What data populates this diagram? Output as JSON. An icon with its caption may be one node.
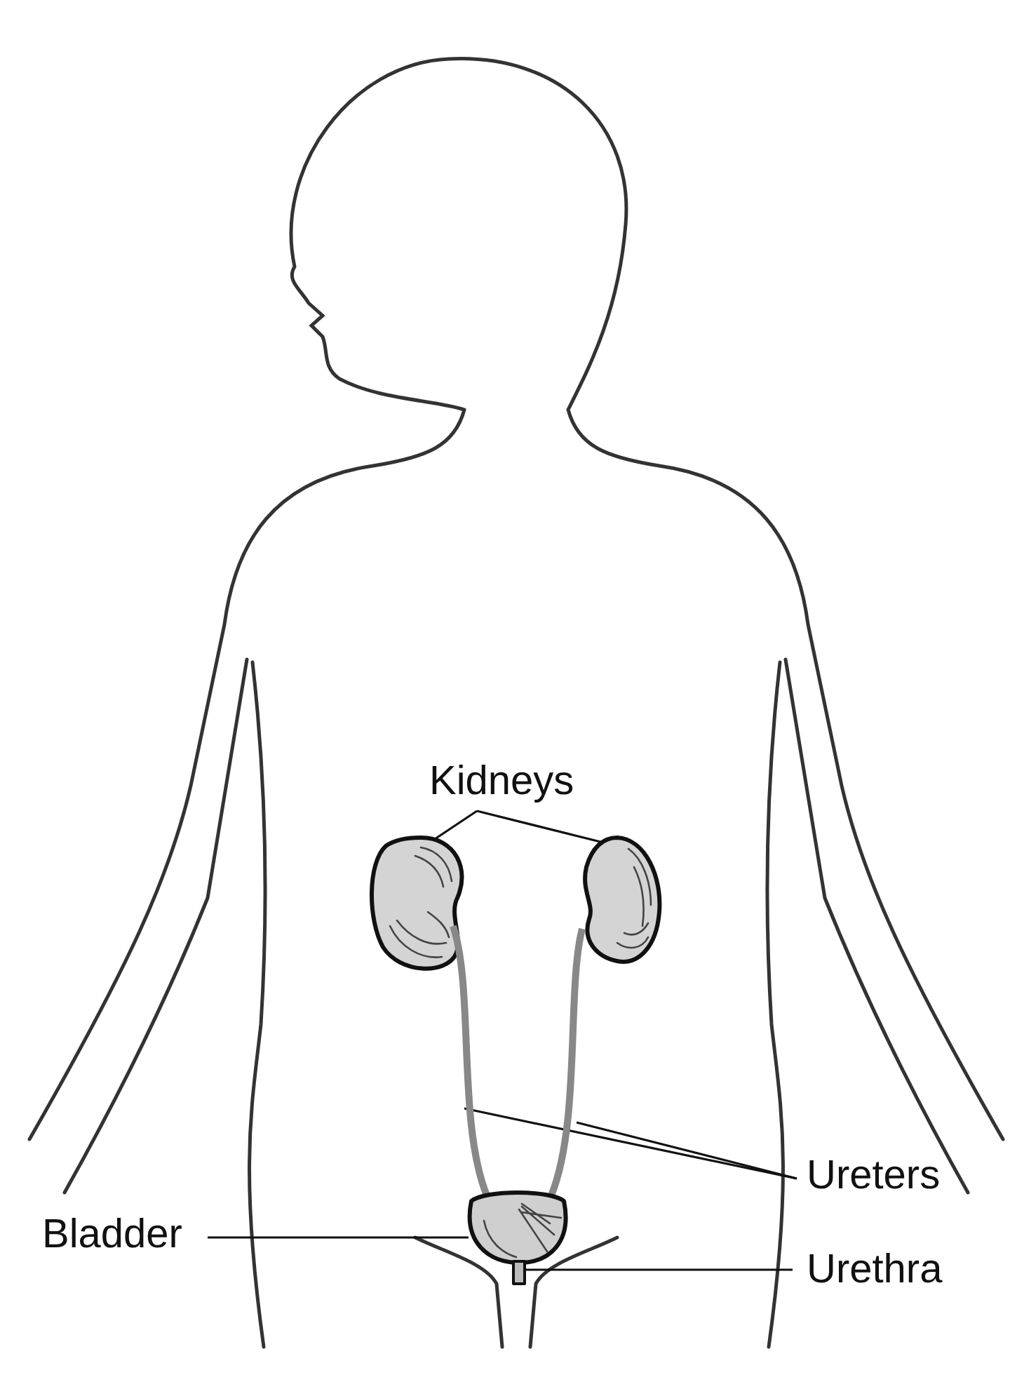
{
  "diagram": {
    "nodes": [
      {
        "text": [
          "Kidneys"
        ]
      },
      {
        "text": [],
        "shape": "picture"
      },
      {
        "text": [],
        "shape": "picture"
      },
      {
        "text": [
          "Ureters"
        ]
      },
      {
        "text": [],
        "shape": "picture"
      },
      {
        "text": [],
        "shape": "picture"
      },
      {
        "text": [
          "Bladder"
        ]
      },
      {
        "text": [],
        "shape": "picture"
      },
      {
        "text": [
          "Urethra"
        ]
      },
      {
        "text": [],
        "shape": "picture"
      }
    ],
    "edges": [
      {
        "from": 0,
        "to": 1,
        "arrow": "none"
      },
      {
        "from": 0,
        "to": 2,
        "arrow": "none"
      },
      {
        "from": 3,
        "to": 4,
        "arrow": "none"
      },
      {
        "from": 3,
        "to": 5,
        "arrow": "none"
      },
      {
        "from": 6,
        "to": 7,
        "arrow": "none"
      },
      {
        "from": 8,
        "to": 9,
        "arrow": "none"
      }
    ]
  }
}
